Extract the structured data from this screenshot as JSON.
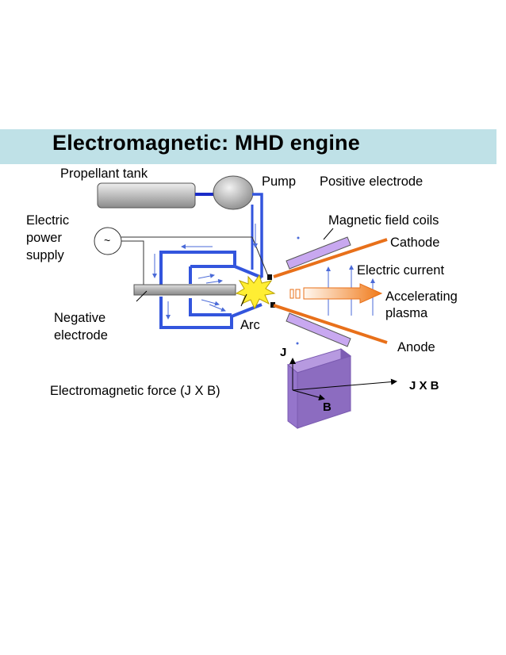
{
  "title": "Electromagnetic: MHD engine",
  "labels": {
    "propellant_tank": "Propellant tank",
    "pump": "Pump",
    "positive_electrode": "Positive electrode",
    "electric_power_supply": [
      "Electric",
      "power",
      "supply"
    ],
    "ac_symbol": "~",
    "magnetic_field_coils": "Magnetic field coils",
    "cathode": "Cathode",
    "electric_current": "Electric current",
    "accelerating_plasma": [
      "Accelerating",
      "plasma"
    ],
    "negative_electrode": [
      "Negative",
      "electrode"
    ],
    "arc": "Arc",
    "anode": "Anode",
    "electromagnetic_force": "Electromagnetic force (J X B)",
    "j_axis": "J",
    "b_axis": "B",
    "jxb_axis": "J X B"
  },
  "colors": {
    "title_bar": "#bfe1e7",
    "pipe_blue": "#3355dd",
    "electrode_orange": "#e8701a",
    "coil_purple": "#c8a8f0",
    "block_purple": "#8c6cc0",
    "arc_yellow": "#ffee33"
  }
}
